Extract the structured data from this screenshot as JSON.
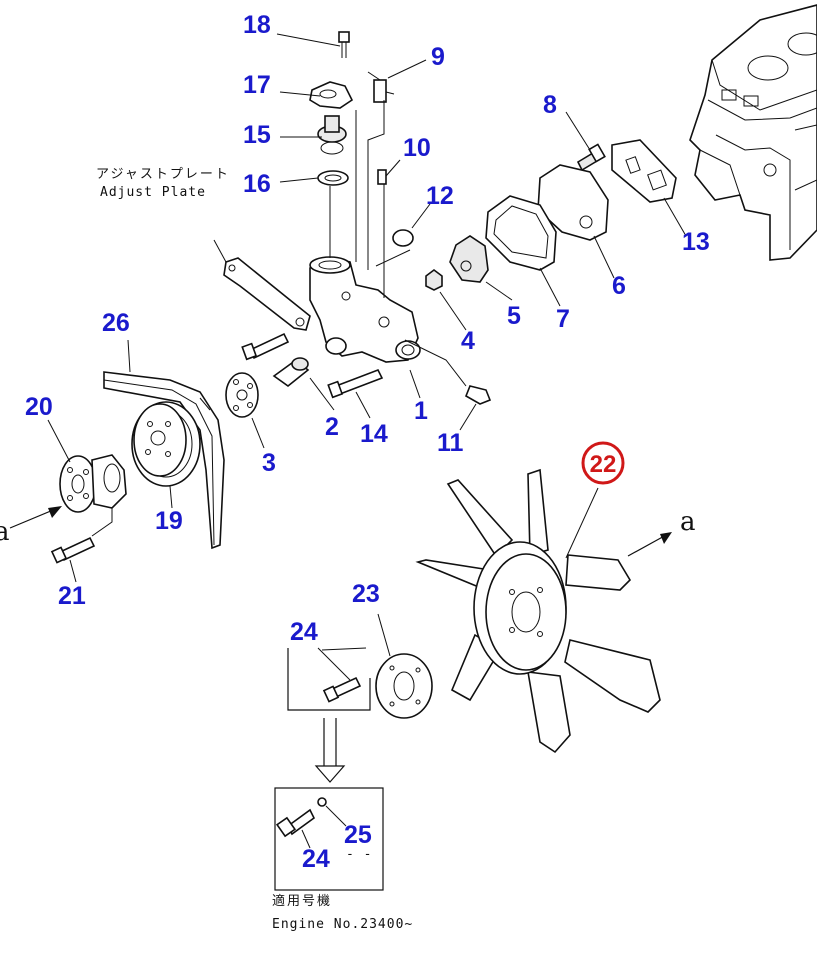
{
  "callouts": {
    "c1": "1",
    "c2": "2",
    "c3": "3",
    "c4": "4",
    "c5": "5",
    "c6": "6",
    "c7": "7",
    "c8": "8",
    "c9": "9",
    "c10": "10",
    "c11": "11",
    "c12": "12",
    "c13": "13",
    "c14": "14",
    "c15": "15",
    "c16": "16",
    "c17": "17",
    "c18": "18",
    "c19": "19",
    "c20": "20",
    "c21": "21",
    "c22": "22",
    "c23": "23",
    "c24a": "24",
    "c24b": "24",
    "c25": "25",
    "c26": "26"
  },
  "labels": {
    "adjust_plate_jp": "アジャストプレート",
    "adjust_plate_en": "Adjust Plate",
    "arrow_a_right": "a",
    "arrow_a_left": "a",
    "dashes": "- -",
    "engine_jp": "適用号機",
    "engine_no": "Engine No.23400~"
  },
  "colors": {
    "callout": "#1a1acc",
    "highlight": "#d01818"
  }
}
